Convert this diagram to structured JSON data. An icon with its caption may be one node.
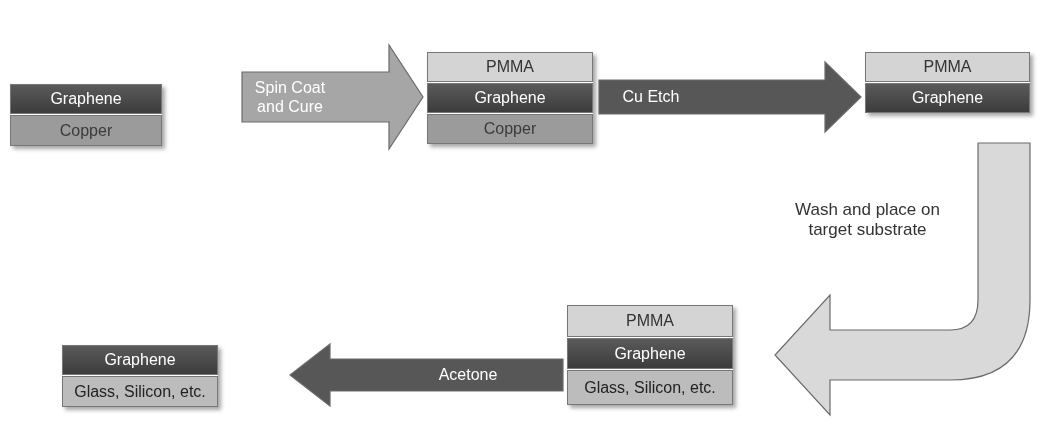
{
  "diagram": {
    "nodes": [
      {
        "text": [],
        "shape": "box"
      },
      {
        "text": [
          "Graphene"
        ],
        "in": 0
      },
      {
        "text": [
          "Copper"
        ],
        "in": 0
      },
      {
        "text": [],
        "shape": "box"
      },
      {
        "text": [
          "PMMA"
        ],
        "in": 3
      },
      {
        "text": [
          "Graphene"
        ],
        "in": 3
      },
      {
        "text": [
          "Copper"
        ],
        "in": 3
      },
      {
        "text": [],
        "shape": "box"
      },
      {
        "text": [
          "PMMA"
        ],
        "in": 7
      },
      {
        "text": [
          "Graphene"
        ],
        "in": 7
      },
      {
        "text": [],
        "shape": "box"
      },
      {
        "text": [
          "Graphene"
        ],
        "in": 10
      },
      {
        "text": [
          "Glass, Silicon, etc."
        ],
        "in": 10
      },
      {
        "text": [],
        "shape": "box"
      },
      {
        "text": [
          "PMMA"
        ],
        "in": 13
      },
      {
        "text": [
          "Graphene"
        ],
        "in": 13
      },
      {
        "text": [
          "Glass, Silicon, etc."
        ],
        "in": 13
      }
    ],
    "edges": [
      {
        "from": 0,
        "to": 3,
        "arrow": "to",
        "label": "Spin Coat and Cure",
        "color": "#a6a6a6"
      },
      {
        "from": 3,
        "to": 7,
        "arrow": "to",
        "label": "Cu Etch"
      },
      {
        "from": 7,
        "to": 13,
        "arrow": "to",
        "label": "Wash and place on target substrate",
        "color": "#d9d9d9"
      },
      {
        "from": 13,
        "to": 10,
        "arrow": "to",
        "label": "Acetone"
      }
    ]
  }
}
